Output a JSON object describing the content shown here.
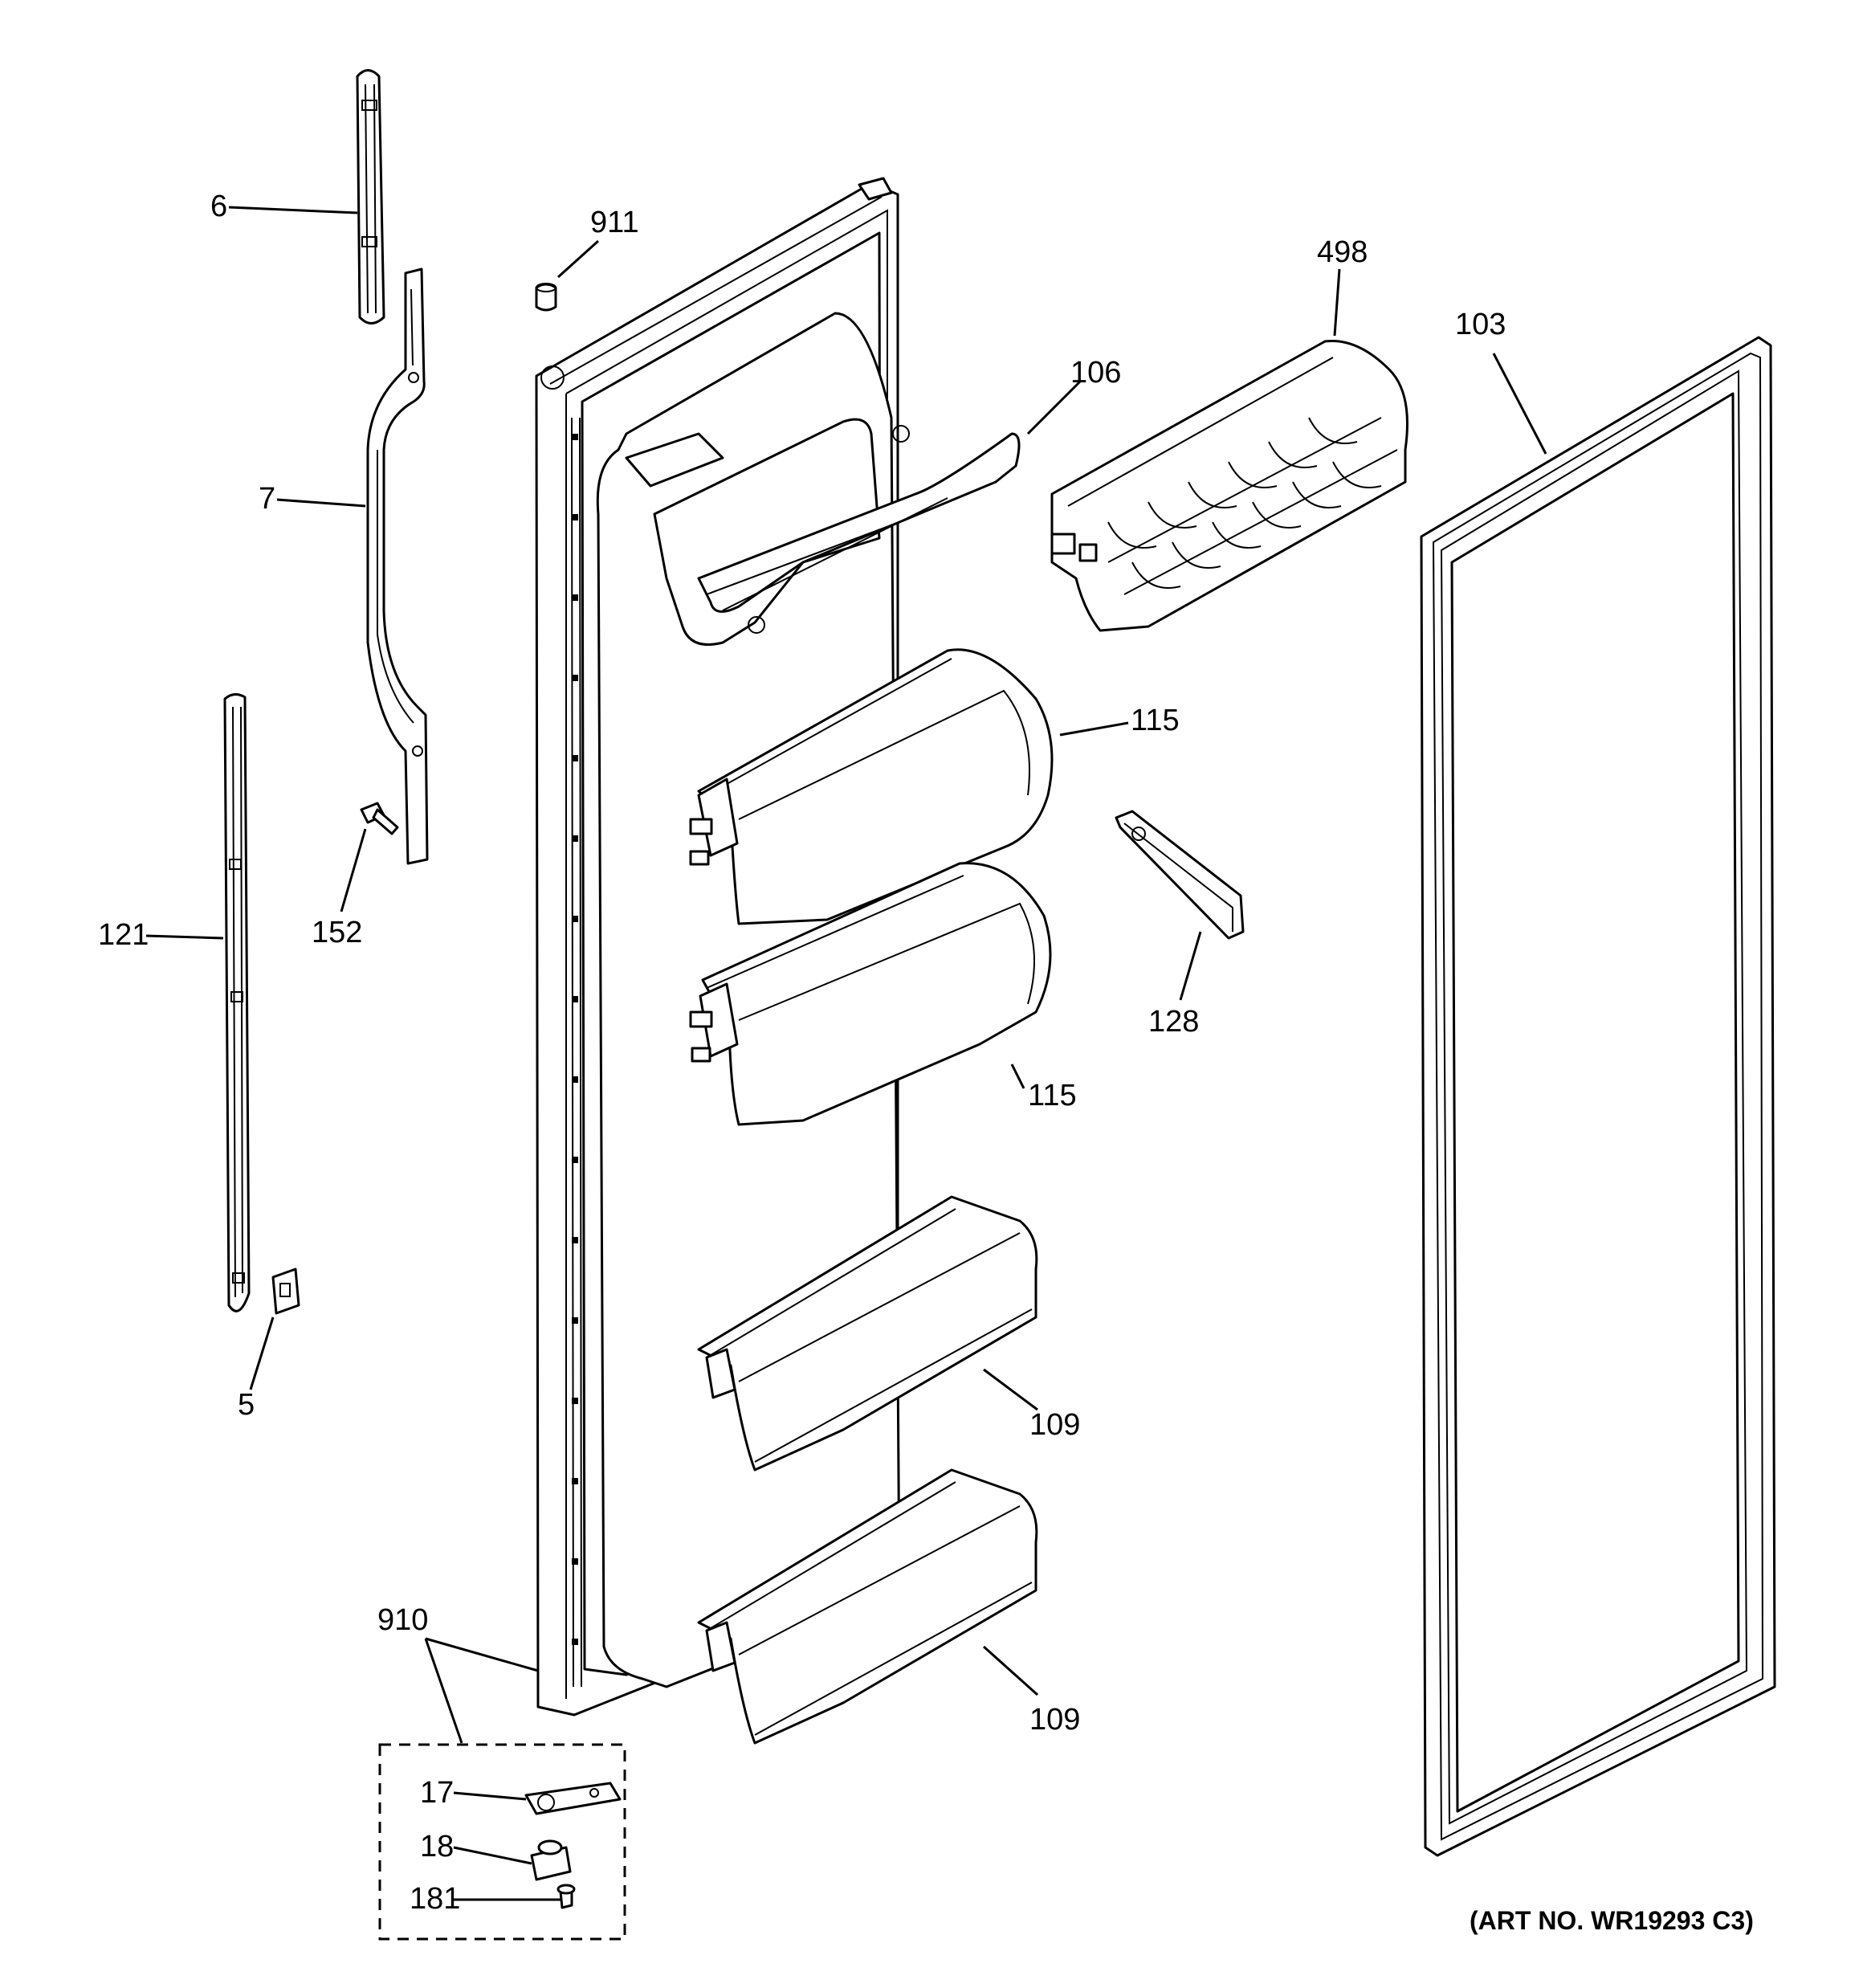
{
  "diagram": {
    "callouts": {
      "c6": "6",
      "c7": "7",
      "c911": "911",
      "c498": "498",
      "c103": "103",
      "c106": "106",
      "c115a": "115",
      "c115b": "115",
      "c128": "128",
      "c121": "121",
      "c152": "152",
      "c5": "5",
      "c109a": "109",
      "c109b": "109",
      "c910": "910",
      "c17": "17",
      "c18": "18",
      "c181": "181"
    },
    "art_number": "(ART NO. WR19293 C3)"
  }
}
